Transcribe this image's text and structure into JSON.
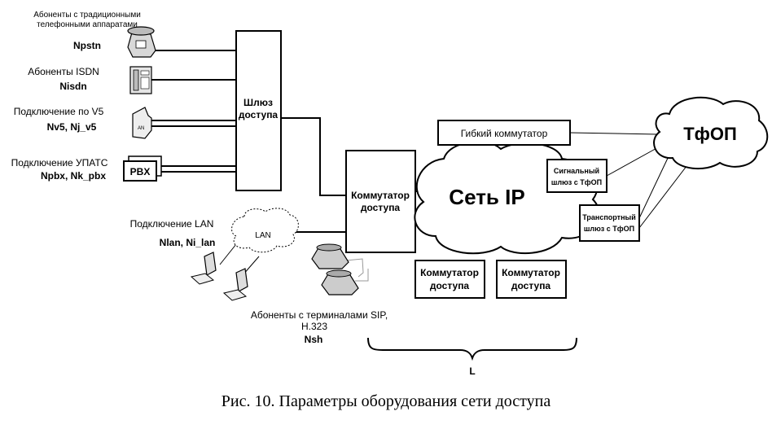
{
  "subscribers": {
    "pstn": {
      "label_line1": "Абоненты с традиционными",
      "label_line2": "телефонными аппаратами",
      "param": "Npstn"
    },
    "isdn": {
      "label": "Абоненты ISDN",
      "param": "Nisdn"
    },
    "v5": {
      "label": "Подключение по V5",
      "param": "Nv5, Nj_v5",
      "device_text": "AN"
    },
    "pbx": {
      "label": "Подключение УПАТС",
      "param": "Npbx, Nk_pbx",
      "device_text": "PBX"
    },
    "lan": {
      "label": "Подключение LAN",
      "param": "Nlan, Ni_lan",
      "cloud_text": "LAN"
    },
    "sip": {
      "label_line1": "Абоненты с терминалами SIP,",
      "label_line2": "H.323",
      "param": "Nsh"
    }
  },
  "nodes": {
    "access_gateway": {
      "line1": "Шлюз",
      "line2": "доступа"
    },
    "access_switch": {
      "line1": "Коммутатор",
      "line2": "доступа"
    },
    "softswitch": "Гибкий коммутатор",
    "ip_network": "Сеть IP",
    "pstn_cloud": "ТфОП",
    "signal_gw": {
      "line1": "Сигнальный",
      "line2": "шлюз с ТфОП"
    },
    "transport_gw": {
      "line1": "Транспортный",
      "line2": "шлюз с ТфОП"
    },
    "switch_b1": {
      "line1": "Коммутатор",
      "line2": "доступа"
    },
    "switch_b2": {
      "line1": "Коммутатор",
      "line2": "доступа"
    }
  },
  "brace_label": "L",
  "caption": "Рис. 10. Параметры оборудования сети доступа"
}
